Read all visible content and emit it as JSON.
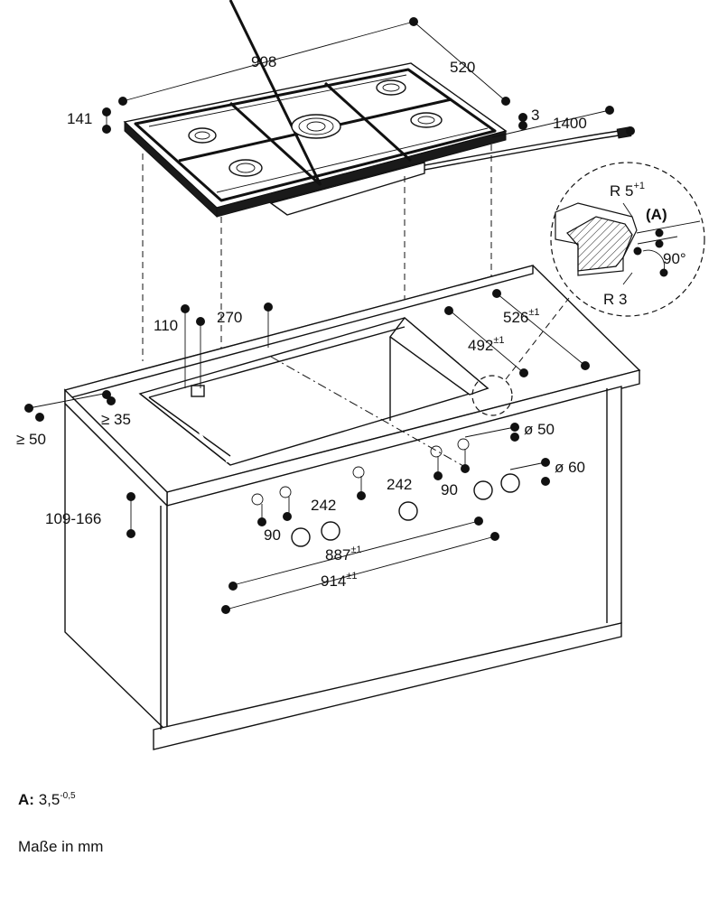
{
  "dimensions": {
    "width": "908",
    "depth": "520",
    "height": "141",
    "glass_edge": "3",
    "cable": "1400",
    "cut_depth_526": "526",
    "cut_depth_526_tol": "±1",
    "cut_depth_492": "492",
    "cut_depth_492_tol": "±1",
    "d110": "110",
    "d270": "270",
    "min35": "≥ 35",
    "min50": "≥ 50",
    "range": "109-166",
    "knob_hole": "ø 50",
    "knob": "ø 60",
    "spacing242a": "242",
    "spacing242b": "242",
    "spacing90a": "90",
    "spacing90b": "90",
    "w887": "887",
    "w887_tol": "±1",
    "w914": "914",
    "w914_tol": "±1"
  },
  "detail": {
    "radius_top": "R 5",
    "radius_top_tol": "+1",
    "label_a": "(A)",
    "angle": "90°",
    "radius_bottom": "R 3"
  },
  "legend": {
    "a_key": "A:",
    "a_value": "3,5",
    "a_tol": "-0,5",
    "units": "Maße in mm"
  }
}
